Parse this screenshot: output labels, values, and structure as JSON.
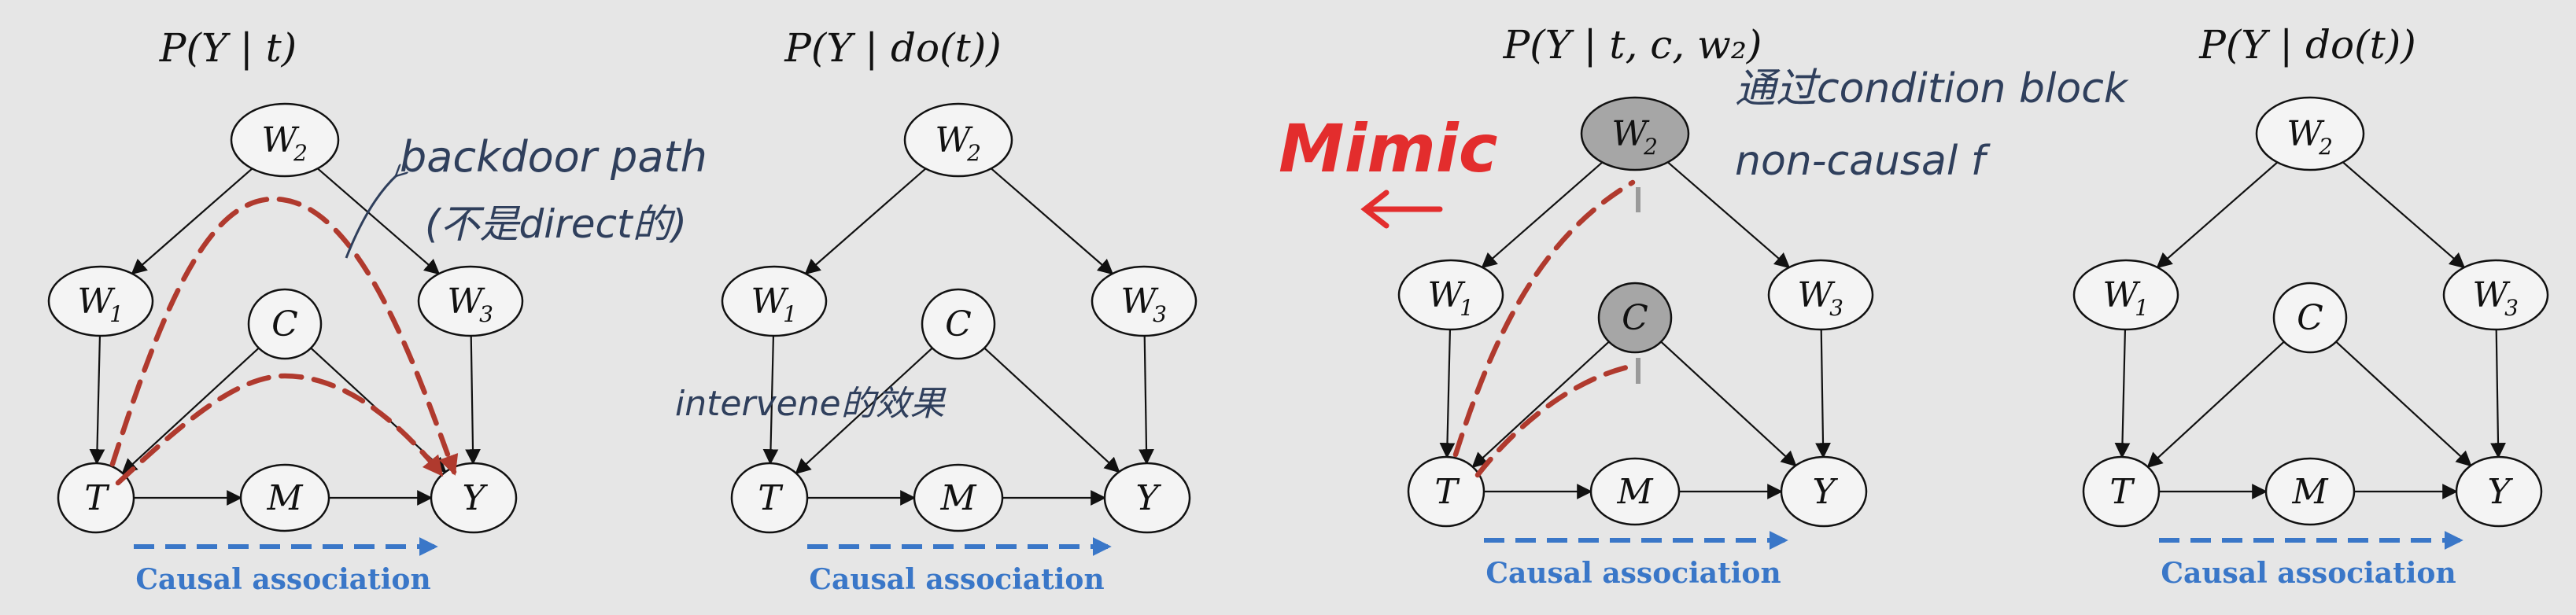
{
  "panels": [
    {
      "title": "P(Y | t)",
      "causal_label": "Causal association",
      "nodes": {
        "W2": {
          "base": "W",
          "sub": "2"
        },
        "W1": {
          "base": "W",
          "sub": "1"
        },
        "W3": {
          "base": "W",
          "sub": "3"
        },
        "C": {
          "base": "C",
          "sub": ""
        },
        "T": {
          "base": "T",
          "sub": ""
        },
        "M": {
          "base": "M",
          "sub": ""
        },
        "Y": {
          "base": "Y",
          "sub": ""
        }
      }
    },
    {
      "title": "P(Y | do(t))",
      "causal_label": "Causal association",
      "nodes": {
        "W2": {
          "base": "W",
          "sub": "2"
        },
        "W1": {
          "base": "W",
          "sub": "1"
        },
        "W3": {
          "base": "W",
          "sub": "3"
        },
        "C": {
          "base": "C",
          "sub": ""
        },
        "T": {
          "base": "T",
          "sub": ""
        },
        "M": {
          "base": "M",
          "sub": ""
        },
        "Y": {
          "base": "Y",
          "sub": ""
        }
      }
    },
    {
      "title": "P(Y | t, c, w₂)",
      "causal_label": "Causal association",
      "nodes": {
        "W2": {
          "base": "W",
          "sub": "2"
        },
        "W1": {
          "base": "W",
          "sub": "1"
        },
        "W3": {
          "base": "W",
          "sub": "3"
        },
        "C": {
          "base": "C",
          "sub": ""
        },
        "T": {
          "base": "T",
          "sub": ""
        },
        "M": {
          "base": "M",
          "sub": ""
        },
        "Y": {
          "base": "Y",
          "sub": ""
        }
      },
      "shaded_nodes": [
        "W2",
        "C"
      ]
    },
    {
      "title": "P(Y | do(t))",
      "causal_label": "Causal association",
      "nodes": {
        "W2": {
          "base": "W",
          "sub": "2"
        },
        "W1": {
          "base": "W",
          "sub": "1"
        },
        "W3": {
          "base": "W",
          "sub": "3"
        },
        "C": {
          "base": "C",
          "sub": ""
        },
        "T": {
          "base": "T",
          "sub": ""
        },
        "M": {
          "base": "M",
          "sub": ""
        },
        "Y": {
          "base": "Y",
          "sub": ""
        }
      }
    }
  ],
  "annotations": {
    "backdoor_line1": "backdoor path",
    "backdoor_line2": "(不是direct的)",
    "intervene": "intervene的效果",
    "mimic": "Mimic",
    "condition_line1": "通过condition block",
    "condition_line2": "non-causal f"
  },
  "colors": {
    "background": "#e6e6e6",
    "causal_blue": "#3a77c8",
    "backdoor_red": "#b03a2e",
    "mimic_red": "#e32d2d",
    "handwriting": "#2f3f5c",
    "shaded_node": "#a6a6a6"
  }
}
